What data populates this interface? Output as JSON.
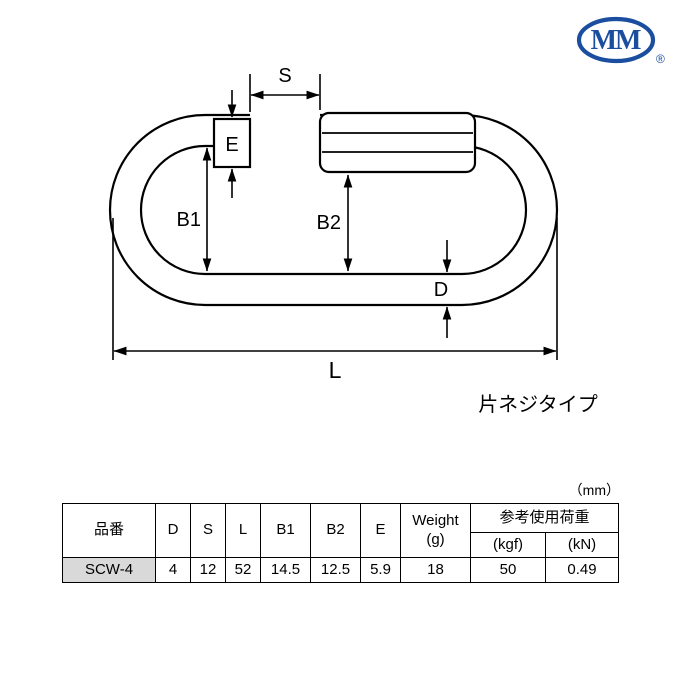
{
  "colors": {
    "logo-blue": "#1b4e9e",
    "part-cell-bg": "#d9d9d9"
  },
  "logo": {
    "text": "MM",
    "registered": "®"
  },
  "diagram": {
    "labels": {
      "s": "S",
      "e": "E",
      "b1": "B1",
      "b2": "B2",
      "d": "D",
      "l": "L"
    },
    "caption": "片ネジタイプ"
  },
  "table": {
    "unit": "（mm）",
    "headers": {
      "part_no": "品番",
      "d": "D",
      "s": "S",
      "l": "L",
      "b1": "B1",
      "b2": "B2",
      "e": "E",
      "weight": "Weight",
      "weight_unit": "(g)",
      "load_group": "参考使用荷重",
      "load_kgf": "(kgf)",
      "load_kn": "(kN)"
    },
    "row": {
      "part_no": "SCW-4",
      "d": "4",
      "s": "12",
      "l": "52",
      "b1": "14.5",
      "b2": "12.5",
      "e": "5.9",
      "weight": "18",
      "load_kgf": "50",
      "load_kn": "0.49"
    }
  }
}
